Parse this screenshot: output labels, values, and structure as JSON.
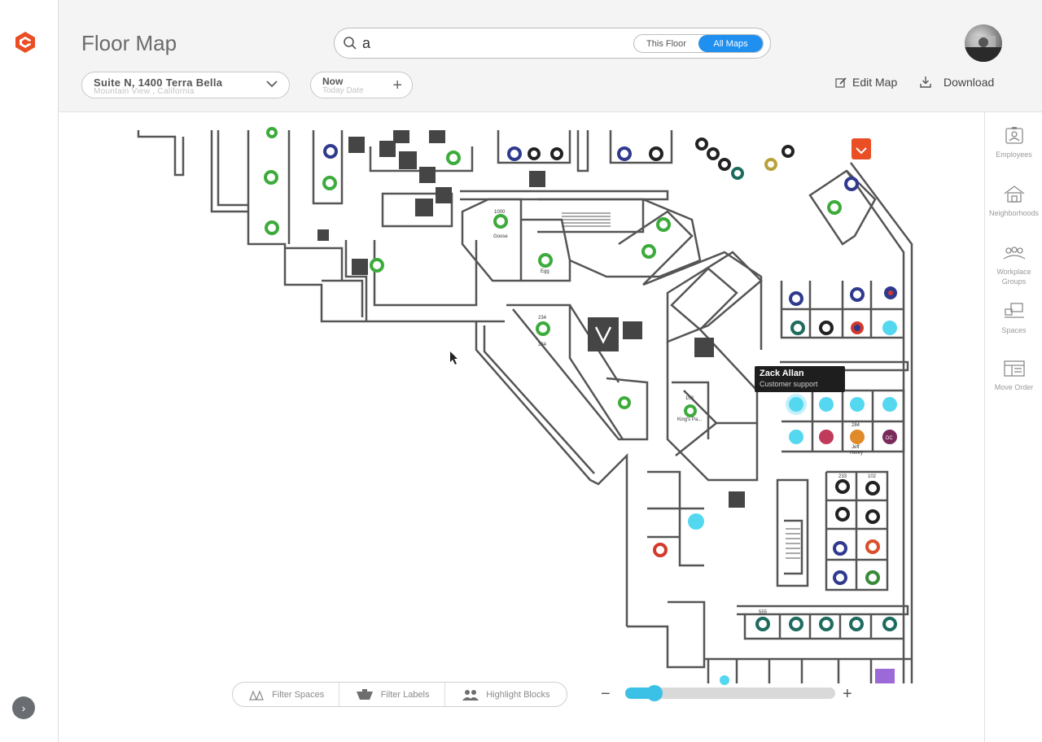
{
  "header": {
    "title": "Floor Map",
    "search_value": "a",
    "scope_options": [
      "This Floor",
      "All Maps"
    ],
    "scope_selected": "All Maps",
    "location_name": "Suite N, 1400 Terra Bella",
    "location_city": "Mountain View , California",
    "date_label": "Now",
    "date_placeholder": "Today Date",
    "edit_map_label": "Edit Map",
    "download_label": "Download"
  },
  "right_panel": {
    "items": [
      "Employees",
      "Neighborhoods",
      "Workplace Groups",
      "Spaces",
      "Move Order"
    ]
  },
  "tooltip": {
    "name": "Zack Allan",
    "role": "Customer support"
  },
  "map": {
    "room_labels": [
      "1000",
      "Goose",
      "Egg",
      "234",
      "234",
      "103",
      "King's Pa...",
      "284",
      "Jeff",
      "Henry",
      "DC",
      "233",
      "102",
      "555"
    ]
  },
  "bottom": {
    "filter_spaces": "Filter Spaces",
    "filter_labels": "Filter Labels",
    "highlight_blocks": "Highlight Blocks",
    "zoom_minus": "−",
    "zoom_plus": "+",
    "zoom_level": 0.1
  },
  "colors": {
    "brand": "#e94e24",
    "accent": "#1f8ff0",
    "zoom": "#3cc1e6",
    "highlight_seat": "#54d8f0"
  }
}
